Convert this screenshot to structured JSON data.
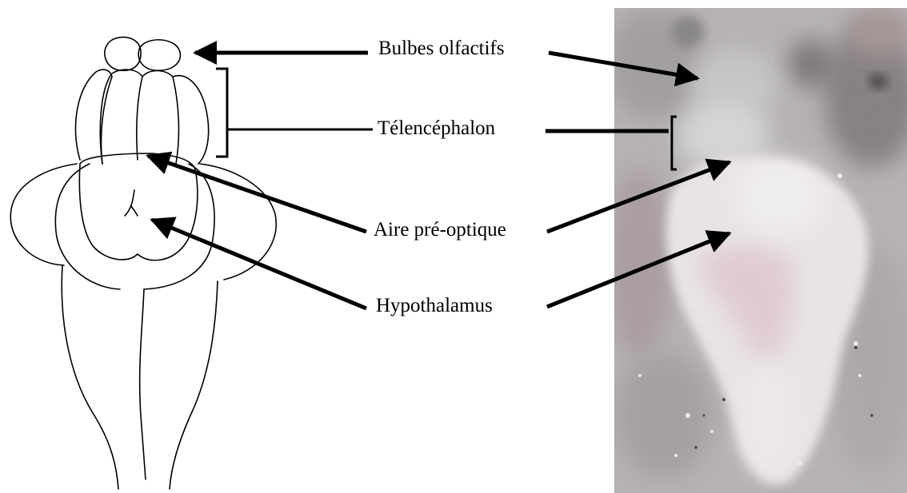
{
  "labels": {
    "olfactory_bulbs": "Bulbes olfactifs",
    "telencephalon": "Télencéphalon",
    "preoptic_area": "Aire pré-optique",
    "hypothalamus": "Hypothalamus"
  },
  "colors": {
    "ink": "#000000",
    "photo_background": "#b4b0b2",
    "tissue": "#f2ecef",
    "tissue_pink": "#e6cfd6"
  },
  "panels": {
    "left": "line-drawing-brain-dorsal-view",
    "right": "photograph-brain-dissection"
  }
}
